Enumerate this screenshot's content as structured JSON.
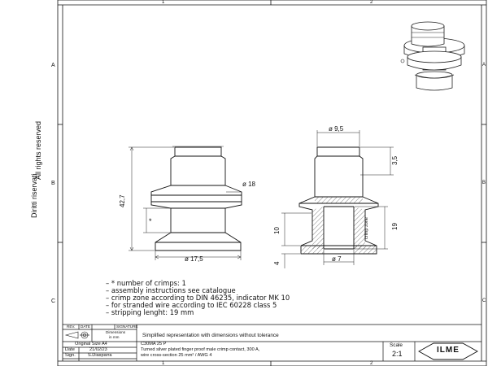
{
  "grid": {
    "columns": [
      "1",
      "2"
    ],
    "rows": [
      "A",
      "B",
      "C"
    ]
  },
  "rights": {
    "it": "Diritti riservati",
    "en": "All rights reserved"
  },
  "dimensions": {
    "top_diameter": "ø 9,5",
    "flange_diameter": "ø 18",
    "base_diameter": "ø 17,5",
    "bore_diameter": "ø 7",
    "total_length": "42,7",
    "tip_length": "3,5",
    "crimp_length": "19",
    "side_length": "10",
    "base_height": "4",
    "crimp_zone": "crimp zone",
    "crimp_mark": "*"
  },
  "notes": [
    "– * number of crimps: 1",
    "– assembly instructions see catalogue",
    "– crimp zone according to DIN 46235, indicator MK 10",
    "– for stranded wire according to IEC 60228 class 5",
    "– stripping lenght: 19 mm"
  ],
  "title_block": {
    "rev_label": "REV.",
    "date_label": "DATE",
    "signature_label": "SIGNATURE",
    "dimensions_label": "Dimensions",
    "dimensions_unit": "in mm",
    "representation": "Simplified representation with dimensions without tolerance",
    "original_size": "Original Size A4",
    "date_key": "Date",
    "date_value": "21/02/23",
    "sign_key": "Sign.",
    "sign_value": "S.Diasparra",
    "code": "C30MA 25 P",
    "description_1": "Turned silver plated finger proof male crimp contact, 300 A,",
    "description_2": "wire cross-section 25 mm² / AWG 4",
    "scale_label": "Scale",
    "scale_value": "2:1",
    "logo_text": "ILME"
  }
}
